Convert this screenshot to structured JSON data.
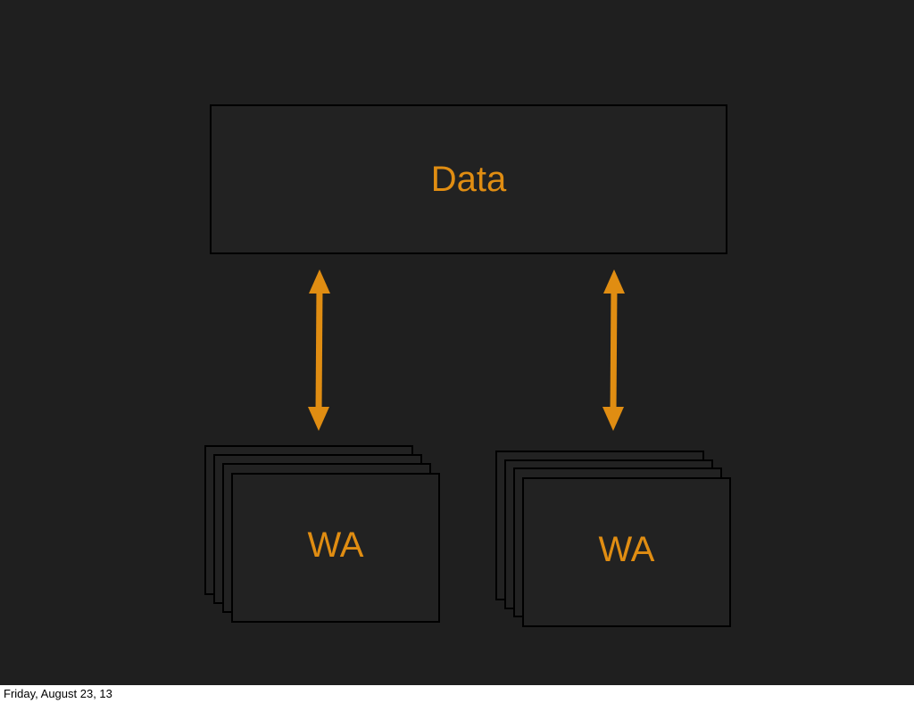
{
  "diagram": {
    "top_box": {
      "label": "Data"
    },
    "left_stack": {
      "label": "WA"
    },
    "right_stack": {
      "label": "WA"
    },
    "arrows": [
      {
        "from": "Data",
        "to": "WA (left)",
        "direction": "bidirectional"
      },
      {
        "from": "Data",
        "to": "WA (right)",
        "direction": "bidirectional"
      }
    ]
  },
  "footer": {
    "date": "Friday, August 23, 13"
  },
  "colors": {
    "slide_background": "#1f1f1f",
    "box_fill": "#222222",
    "box_border": "#000000",
    "accent": "#e08d12",
    "page_background": "#ffffff"
  }
}
